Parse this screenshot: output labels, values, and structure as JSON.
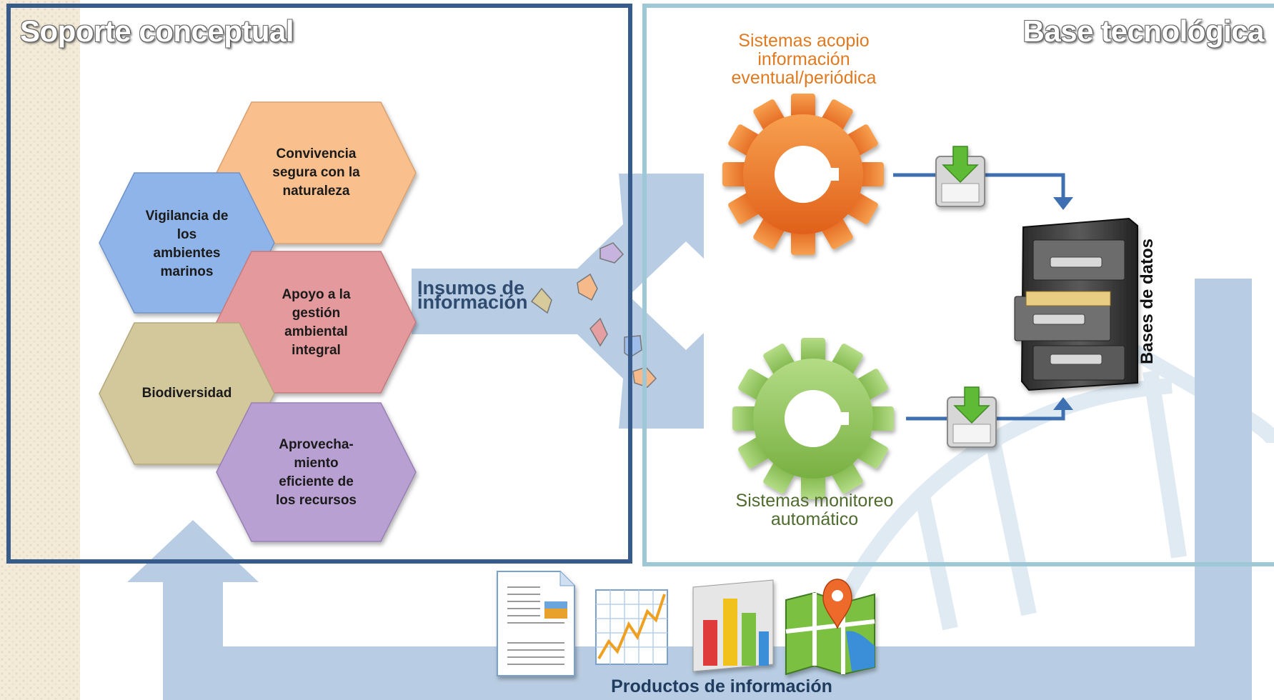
{
  "titles": {
    "left": "Soporte conceptual",
    "right": "Base tecnológica"
  },
  "hexagons": [
    {
      "id": "convivencia",
      "label": "Convivencia\nsegura con la\nnaturaleza",
      "color": "#f9c08e"
    },
    {
      "id": "vigilancia",
      "label": "Vigilancia de\nlos\nambientes\nmarinos",
      "color": "#8fb4ea"
    },
    {
      "id": "apoyo",
      "label": "Apoyo a la\ngestión\nambiental\nintegral",
      "color": "#e49a9d"
    },
    {
      "id": "biodiversidad",
      "label": "Biodiversidad",
      "color": "#d3c89c"
    },
    {
      "id": "aprovechamiento",
      "label": "Aprovecha-\nmiento\neficiente de\nlos recursos",
      "color": "#b8a1d2"
    }
  ],
  "insumos_label": "Insumos de\ninformación",
  "gears": {
    "orange_label": "Sistemas acopio\ninformación\neventual/periódica",
    "orange_color": "#f07f2a",
    "green_label": "Sistemas monitoreo\nautomático",
    "green_color": "#93c65a"
  },
  "database_label": "Bases de datos",
  "products_label": "Productos de información",
  "product_icons": [
    "document-icon",
    "line-graph-icon",
    "bar-chart-icon",
    "map-pin-icon"
  ],
  "colors": {
    "left_border": "#375c8c",
    "right_border": "#9fc8d6",
    "flow_arrow": "#b8cde3",
    "connector": "#3e6fb0"
  }
}
